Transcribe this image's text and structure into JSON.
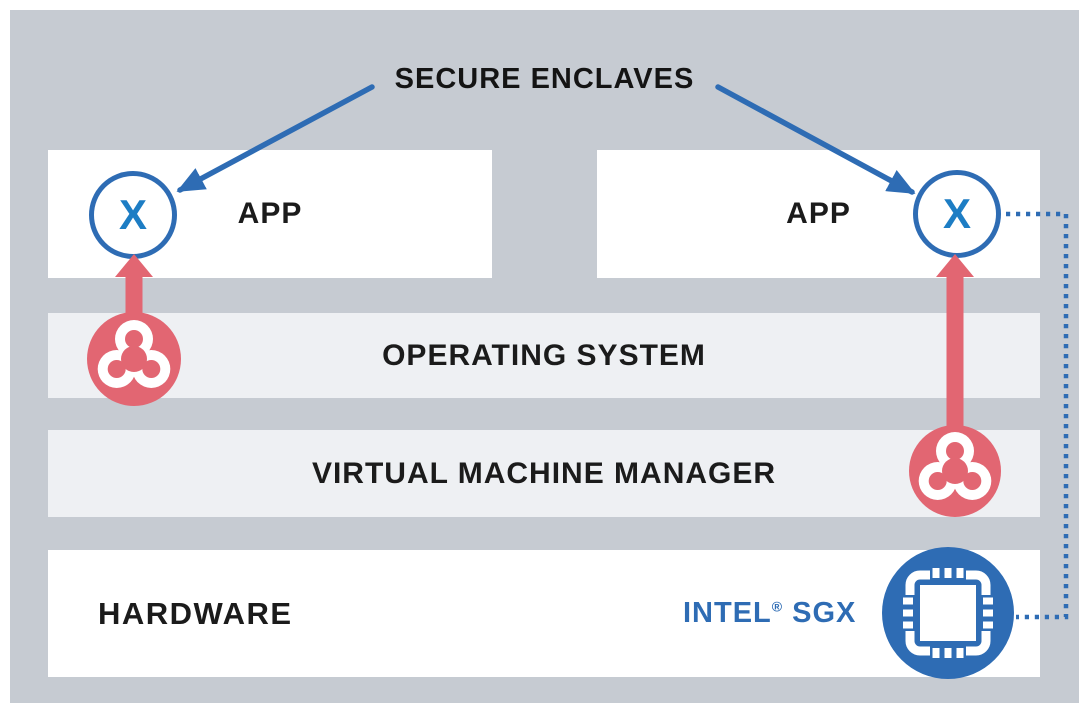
{
  "diagram": {
    "title": "SECURE ENCLAVES",
    "app_left_label": "APP",
    "app_right_label": "APP",
    "os_label": "OPERATING SYSTEM",
    "vmm_label": "VIRTUAL MACHINE MANAGER",
    "hardware_label": "HARDWARE",
    "enclave_left_marker": "X",
    "enclave_right_marker": "X",
    "sgx_brand": "INTEL",
    "sgx_reg": "®",
    "sgx_product": "SGX"
  },
  "icons": {
    "threat_left": "biohazard-icon",
    "threat_right": "biohazard-icon",
    "processor": "cpu-chip-icon",
    "enclave_pointer_left": "arrow-icon",
    "enclave_pointer_right": "arrow-icon",
    "sgx_link": "dotted-connector-line"
  },
  "colors": {
    "frame_white": "#ffffff",
    "canvas_gray": "#c6cbd2",
    "layer_light_gray": "#eef0f3",
    "box_white": "#ffffff",
    "accent_blue": "#2e6cb4",
    "enclave_x_blue": "#1d7dc4",
    "threat_red": "#e26672",
    "text_dark": "#1b1b1b"
  }
}
